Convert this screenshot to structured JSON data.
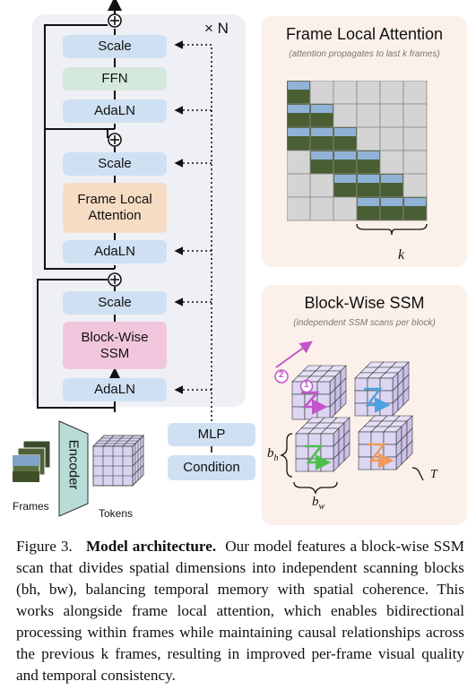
{
  "diagram": {
    "repeat_label": "× N",
    "blocks": {
      "ffn_block": {
        "scale": "Scale",
        "op": "FFN",
        "norm": "AdaLN"
      },
      "attn_block": {
        "scale": "Scale",
        "op": "Frame Local Attention",
        "norm": "AdaLN"
      },
      "ssm_block": {
        "scale": "Scale",
        "op": "Block-Wise SSM",
        "norm": "AdaLN"
      }
    },
    "encoder": "Encoder",
    "frames_label": "Frames",
    "tokens_label": "Tokens",
    "mlp": "MLP",
    "condition": "Condition",
    "attention_panel": {
      "title": "Frame Local Attention",
      "subtitle": "(attention propagates to last k frames)",
      "k_label": "k"
    },
    "ssm_panel": {
      "title": "Block-Wise SSM",
      "subtitle": "(independent SSM scans per block)",
      "step1": "1",
      "step2": "2",
      "bh_label": "b",
      "bh_sub": "h",
      "bw_label": "b",
      "bw_sub": "w",
      "t_label": "T"
    },
    "colors": {
      "blue": "#cfe0f2",
      "green": "#d5e8de",
      "orange": "#f7dcc4",
      "pink": "#f1c6dc",
      "panel": "#fbf1ea",
      "cube": "#d9d3f0"
    }
  },
  "caption": {
    "figure": "Figure 3.",
    "title": "Model architecture.",
    "body": "Our model features a block-wise SSM scan that divides spatial dimensions into independent scanning blocks (bh, bw), balancing temporal memory with spatial coherence. This works alongside frame local attention, which enables bidirectional processing within frames while maintaining causal relationships across the previous k frames, resulting in improved per-frame visual quality and temporal consistency."
  }
}
